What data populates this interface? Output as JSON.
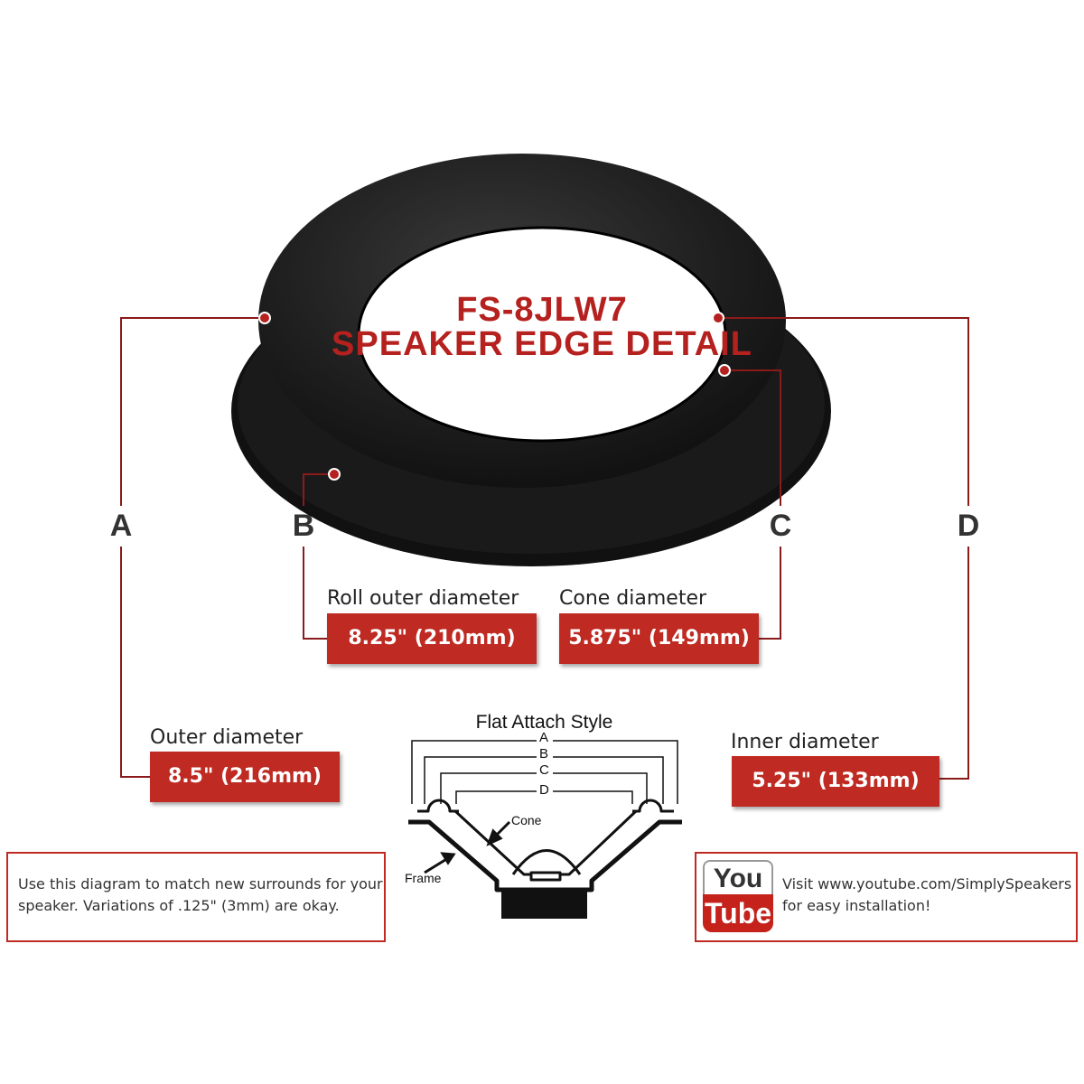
{
  "title": {
    "line1": "FS-8JLW7",
    "line2": "SPEAKER EDGE DETAIL"
  },
  "letters": {
    "a": "A",
    "b": "B",
    "c": "C",
    "d": "D"
  },
  "specs": {
    "roll_outer": {
      "caption": "Roll outer diameter",
      "value": "8.25\" (210mm)"
    },
    "cone": {
      "caption": "Cone diameter",
      "value": "5.875\" (149mm)"
    },
    "outer": {
      "caption": "Outer diameter",
      "value": "8.5\" (216mm)"
    },
    "inner": {
      "caption": "Inner diameter",
      "value": "5.25\" (133mm)"
    }
  },
  "figure": {
    "title": "Flat Attach Style",
    "levels": [
      "A",
      "B",
      "C",
      "D"
    ],
    "cone_label": "Cone",
    "frame_label": "Frame"
  },
  "note": {
    "line1": "Use this diagram to match new surrounds for your",
    "line2": "speaker. Variations of .125\" (3mm) are okay."
  },
  "youtube": {
    "logo_top": "You",
    "logo_bottom": "Tube",
    "icon": "youtube-logo-icon",
    "line1": "Visit www.youtube.com/SimplySpeakers",
    "line2": "for easy installation!"
  },
  "colors": {
    "accent": "#bf2a22",
    "line": "#8b1a1a",
    "rubber": "#1c1c1c"
  }
}
